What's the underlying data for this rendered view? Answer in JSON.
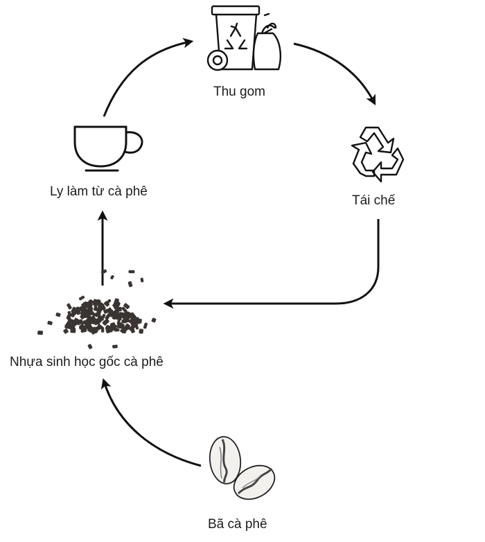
{
  "diagram": {
    "nodes": {
      "collect": {
        "label": "Thu gom",
        "icon": "recycling-bin-icon"
      },
      "recycle": {
        "label": "Tái chế",
        "icon": "recycle-symbol-icon"
      },
      "cup": {
        "label": "Ly làm từ cà phê",
        "icon": "coffee-cup-icon"
      },
      "bioplastic": {
        "label": "Nhựa sinh học gốc cà phê",
        "icon": "bioplastic-pellets-icon"
      },
      "grounds": {
        "label": "Bã cà phê",
        "icon": "coffee-beans-icon"
      }
    },
    "edges": [
      {
        "from": "grounds",
        "to": "bioplastic"
      },
      {
        "from": "bioplastic",
        "to": "cup"
      },
      {
        "from": "cup",
        "to": "collect"
      },
      {
        "from": "collect",
        "to": "recycle"
      },
      {
        "from": "recycle",
        "to": "bioplastic"
      }
    ],
    "colors": {
      "stroke": "#111111",
      "pellet": "#3a3532",
      "bean": "#5a5552"
    }
  }
}
